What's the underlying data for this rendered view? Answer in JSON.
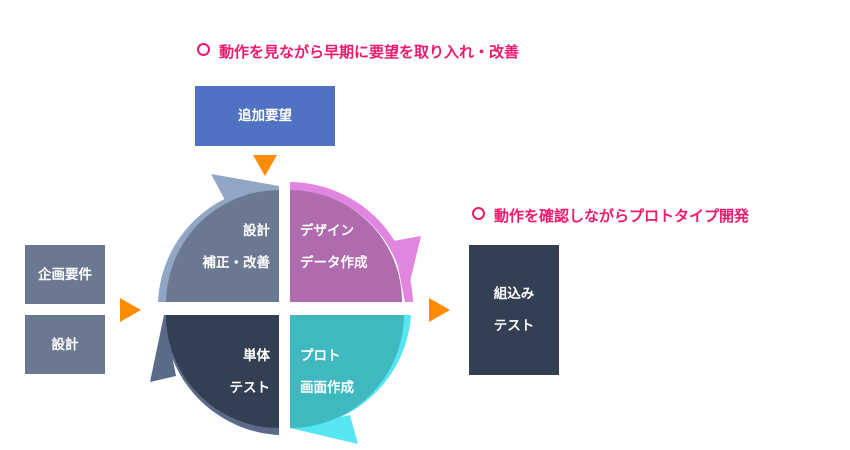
{
  "notes": [
    {
      "text": "動作を見ながら早期に要望を取り入れ・改善"
    },
    {
      "text": "動作を確認しながらプロトタイプ開発"
    }
  ],
  "boxes": {
    "additional_request": "追加要望",
    "planning_requirements": "企画要件",
    "design": "設計",
    "embedded_test": [
      "組込み",
      "テスト"
    ]
  },
  "cycle": {
    "top_left": [
      "設計",
      "補正・改善"
    ],
    "top_right": [
      "デザイン",
      "データ作成"
    ],
    "bottom_left": [
      "単体",
      "テスト"
    ],
    "bottom_right": [
      "プロト",
      "画面作成"
    ]
  },
  "colors": {
    "accent_pink": "#ee1a6e",
    "arrow_orange": "#ff8c00",
    "request_blue": "#4f72c2",
    "slate": "#6b7891",
    "dark": "#333f52",
    "purple": "#b06aae",
    "purple_light": "#e086df",
    "teal": "#3fb8bf",
    "teal_light": "#55e6f2",
    "slate_light": "#91a6c4",
    "dark_light": "#5a6a88"
  }
}
